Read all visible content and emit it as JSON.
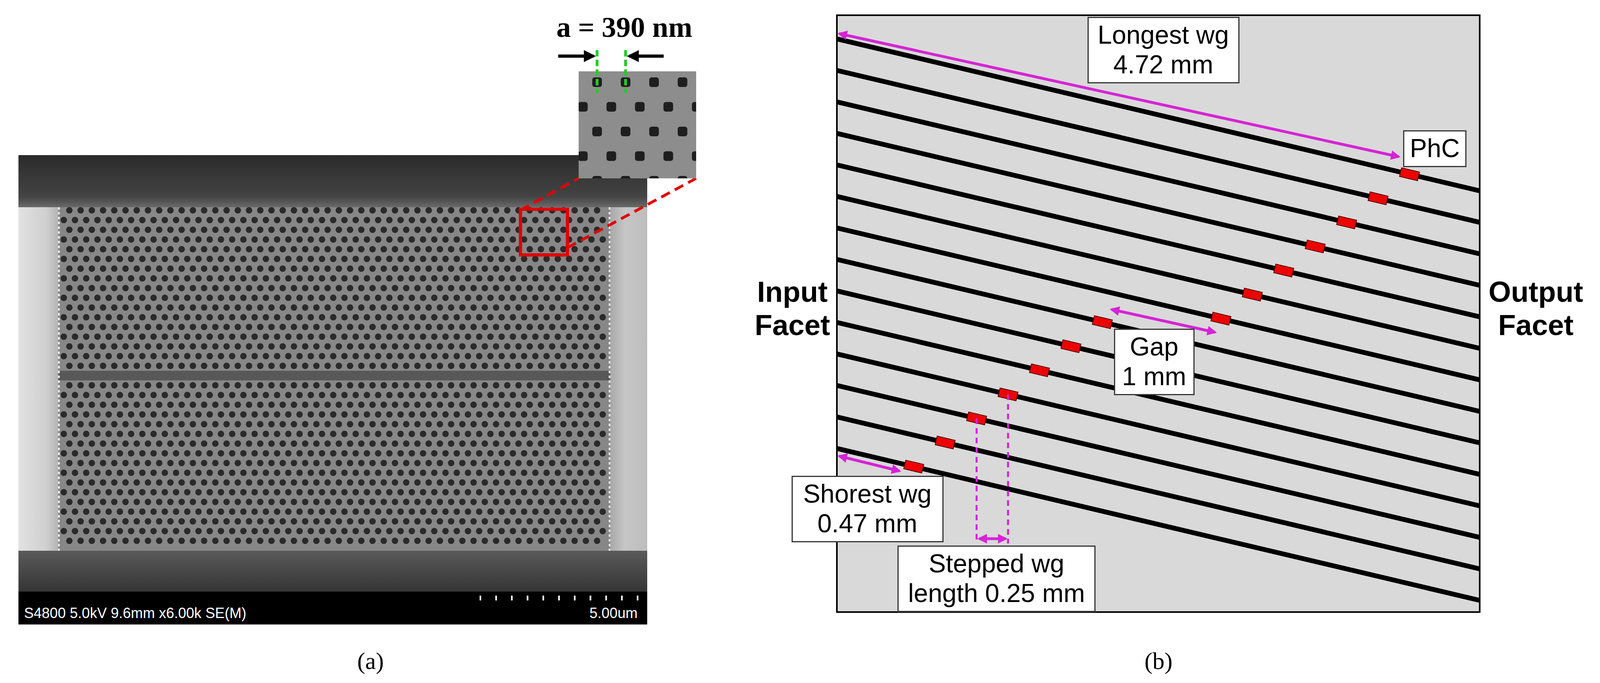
{
  "diagram": {
    "nodes": [
      {
        "text": [
          "Longest wg 4.72 mm"
        ]
      },
      {
        "text": [
          "PhC"
        ]
      },
      {
        "text": [
          "Gap 1 mm"
        ]
      },
      {
        "text": [
          "Shorest wg 0.47 mm"
        ]
      },
      {
        "text": [
          "Stepped wg length 0.25 mm"
        ]
      }
    ],
    "labels": [
      "a = 390 nm",
      "S4800 5.0kV 9.6mm x6.00k SE(M)",
      "5.00um",
      "(a)",
      "Input Facet",
      "Output Facet",
      "(b)"
    ]
  }
}
